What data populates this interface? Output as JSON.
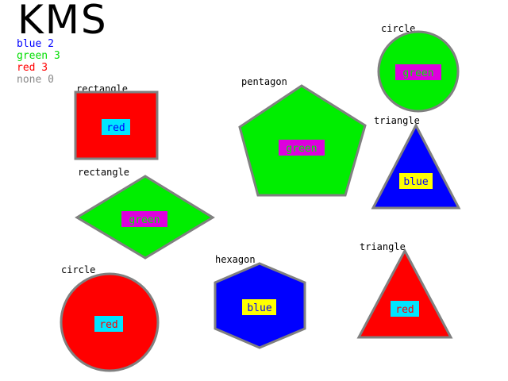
{
  "title": "KMS",
  "legend": [
    {
      "label": "blue 2",
      "color": "#0000ff"
    },
    {
      "label": "green 3",
      "color": "#00dd00"
    },
    {
      "label": "red 3",
      "color": "#ff0000"
    },
    {
      "label": "none 0",
      "color": "#888888"
    }
  ],
  "colors": {
    "red": "#ff0000",
    "green": "#00ee00",
    "blue": "#0000ff",
    "outline": "#808080",
    "tag_cyan": "#00e5ff",
    "tag_magenta": "#dd00dd",
    "tag_yellow": "#ffff00"
  },
  "shapes": [
    {
      "id": "rectangle-red",
      "caption": "rectangle",
      "fill": "red",
      "tag": "red",
      "tag_bg": "tag_cyan",
      "tag_fg": "blue"
    },
    {
      "id": "pentagon-green",
      "caption": "pentagon",
      "fill": "green",
      "tag": "green",
      "tag_bg": "tag_magenta",
      "tag_fg": "green"
    },
    {
      "id": "circle-green",
      "caption": "circle",
      "fill": "green",
      "tag": "green",
      "tag_bg": "tag_magenta",
      "tag_fg": "green"
    },
    {
      "id": "triangle-blue",
      "caption": "triangle",
      "fill": "blue",
      "tag": "blue",
      "tag_bg": "tag_yellow",
      "tag_fg": "blue"
    },
    {
      "id": "diamond-green",
      "caption": "rectangle",
      "fill": "green",
      "tag": "green",
      "tag_bg": "tag_magenta",
      "tag_fg": "green"
    },
    {
      "id": "circle-red",
      "caption": "circle",
      "fill": "red",
      "tag": "red",
      "tag_bg": "tag_cyan",
      "tag_fg": "red"
    },
    {
      "id": "hexagon-blue",
      "caption": "hexagon",
      "fill": "blue",
      "tag": "blue",
      "tag_bg": "tag_yellow",
      "tag_fg": "blue"
    },
    {
      "id": "triangle-red",
      "caption": "triangle",
      "fill": "red",
      "tag": "red",
      "tag_bg": "tag_cyan",
      "tag_fg": "red"
    }
  ]
}
